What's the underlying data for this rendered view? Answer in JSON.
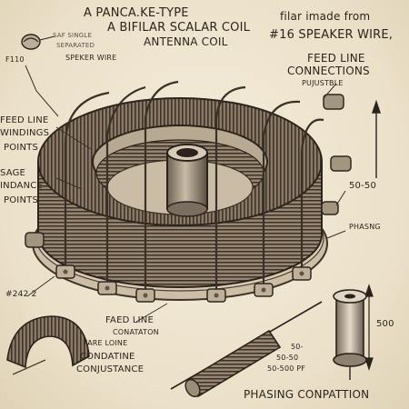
{
  "labels": {
    "title_line1": "A PANCA.KE-TYPE",
    "title_line2": "A BIFILAR SCALAR COIL",
    "title_line3": "ANTENNA COIL",
    "filar_line1": "filar imade from",
    "filar_line2": "#16 SPEAKER WIRE,",
    "feed_conn_line1": "FEED LINE",
    "feed_conn_line2": "CONNECTIONS",
    "adjustable": "PUJUSTBLE",
    "speaker_small1": "SAF SINGLE",
    "speaker_small2": "SEPARATED",
    "speaker_wire": "SPEKER WIRE",
    "f110": "F110",
    "windings_line1": "FEED LINE",
    "windings_line2": "WINDINGS",
    "windings_line3": "POINTS",
    "impedance_line1": "SAGE",
    "impedance_line2": "INDANCE",
    "impedance_line3": "POINTS",
    "ratio_5050": "50-50",
    "phasing": "PHASNG",
    "b242": "#242 2",
    "faed_line1": "FAED LINE",
    "faed_line2": "CONATATON",
    "faed_line3": "FARE LOINE",
    "faed_line4": "CONDATINE",
    "faed_line5": "CONJUSTANCE",
    "cap_5050_1": "50-",
    "cap_5050_2": "50-50",
    "cap_5050_3": "50-500 PF",
    "res_500": "500",
    "phasing_connection": "PHASING CONPATTION"
  }
}
